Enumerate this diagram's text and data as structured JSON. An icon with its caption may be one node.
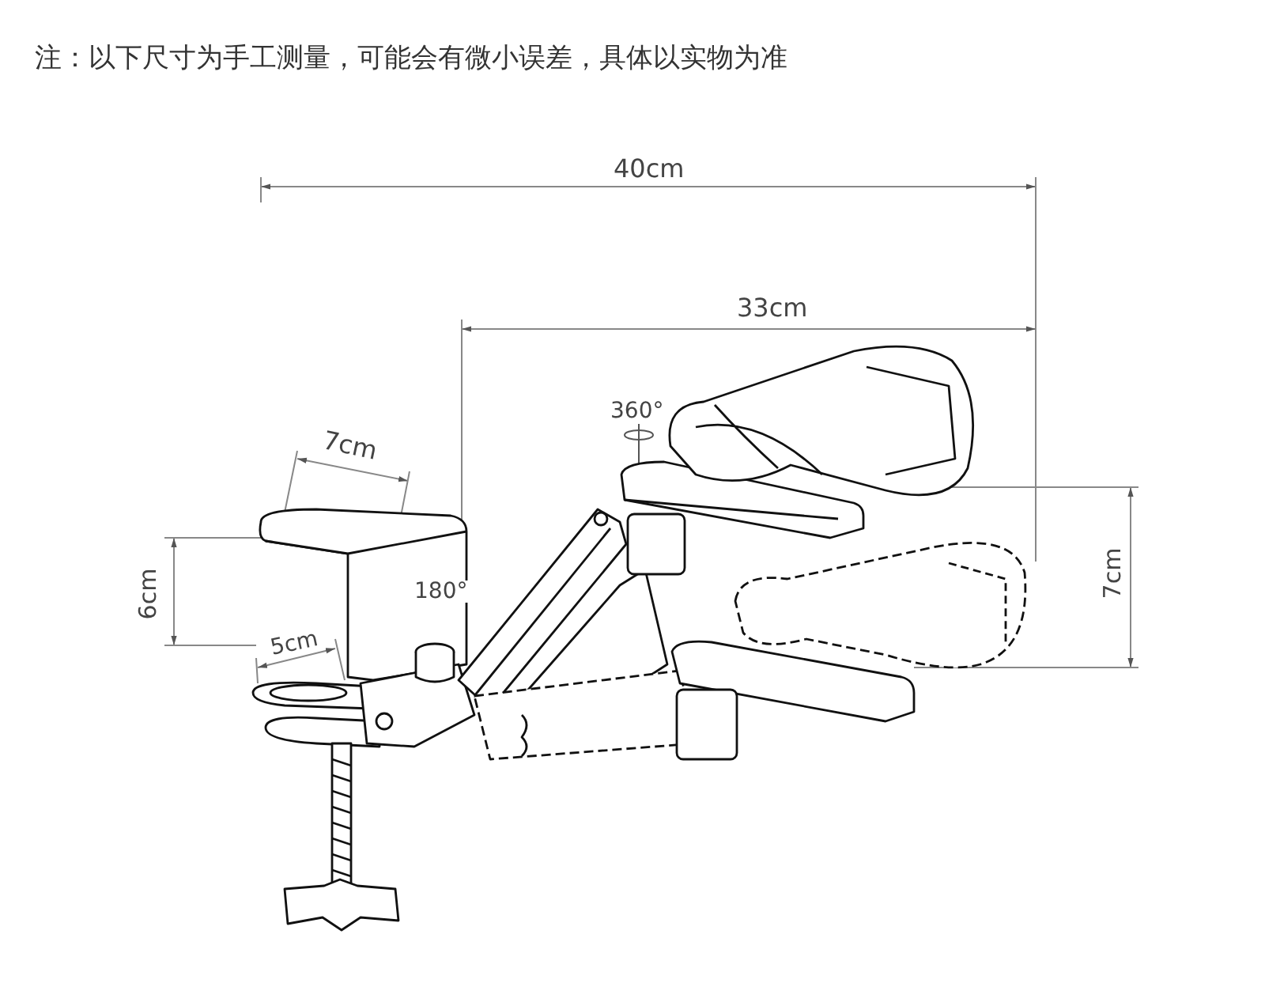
{
  "diagram": {
    "labels": [
      "注：以下尺寸为手工测量，可能会有微小误差，具体以实物为准",
      "40cm",
      "33cm",
      "360°",
      "7cm",
      "6cm",
      "180°",
      "5cm",
      "7cm"
    ]
  }
}
